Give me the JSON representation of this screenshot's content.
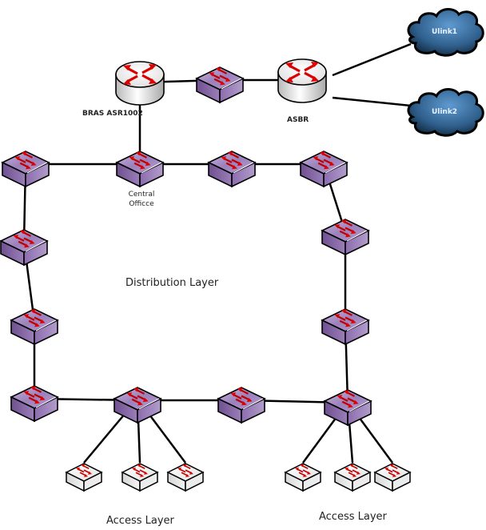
{
  "diagram": {
    "title": "Network topology",
    "colors": {
      "switch_top": "#a48ec0",
      "switch_side": "#7d5e9e",
      "access_top": "#f2f2f2",
      "arrow": "#d40000",
      "cloud": "#2c5a85",
      "link": "#000000"
    },
    "nodes": {
      "bras": {
        "label": "BRAS ASR1002",
        "type": "router"
      },
      "core_switch": {
        "label": "",
        "type": "switch"
      },
      "asbr": {
        "label": "ASBR",
        "type": "router"
      },
      "ulink1": {
        "label": "Ulink1",
        "type": "cloud"
      },
      "ulink2": {
        "label": "Ulink2",
        "type": "cloud"
      },
      "central_office": {
        "label": "Central\nOfficce",
        "line1": "Central",
        "line2": "Officce",
        "type": "switch"
      }
    },
    "layers": {
      "distribution": "Distribution Layer",
      "access_left": "Access Layer",
      "access_right": "Access Layer"
    },
    "links": [
      [
        "bras",
        "core_switch"
      ],
      [
        "core_switch",
        "asbr"
      ],
      [
        "asbr",
        "ulink1"
      ],
      [
        "asbr",
        "ulink2"
      ],
      [
        "bras",
        "central_office"
      ],
      [
        "dist_tl",
        "central_office"
      ],
      [
        "central_office",
        "dist_t3"
      ],
      [
        "dist_t3",
        "dist_tr"
      ],
      [
        "dist_tl",
        "dist_l1"
      ],
      [
        "dist_l1",
        "dist_l2"
      ],
      [
        "dist_l2",
        "dist_bl"
      ],
      [
        "dist_tr",
        "dist_r1"
      ],
      [
        "dist_r1",
        "dist_r2"
      ],
      [
        "dist_r2",
        "dist_br"
      ],
      [
        "dist_bl",
        "dist_bm1"
      ],
      [
        "dist_bm1",
        "dist_bm2"
      ],
      [
        "dist_bm2",
        "dist_br"
      ],
      [
        "dist_bm1",
        "acc_l1"
      ],
      [
        "dist_bm1",
        "acc_l2"
      ],
      [
        "dist_bm1",
        "acc_l3"
      ],
      [
        "dist_br",
        "acc_r1"
      ],
      [
        "dist_br",
        "acc_r2"
      ],
      [
        "dist_br",
        "acc_r3"
      ]
    ]
  }
}
